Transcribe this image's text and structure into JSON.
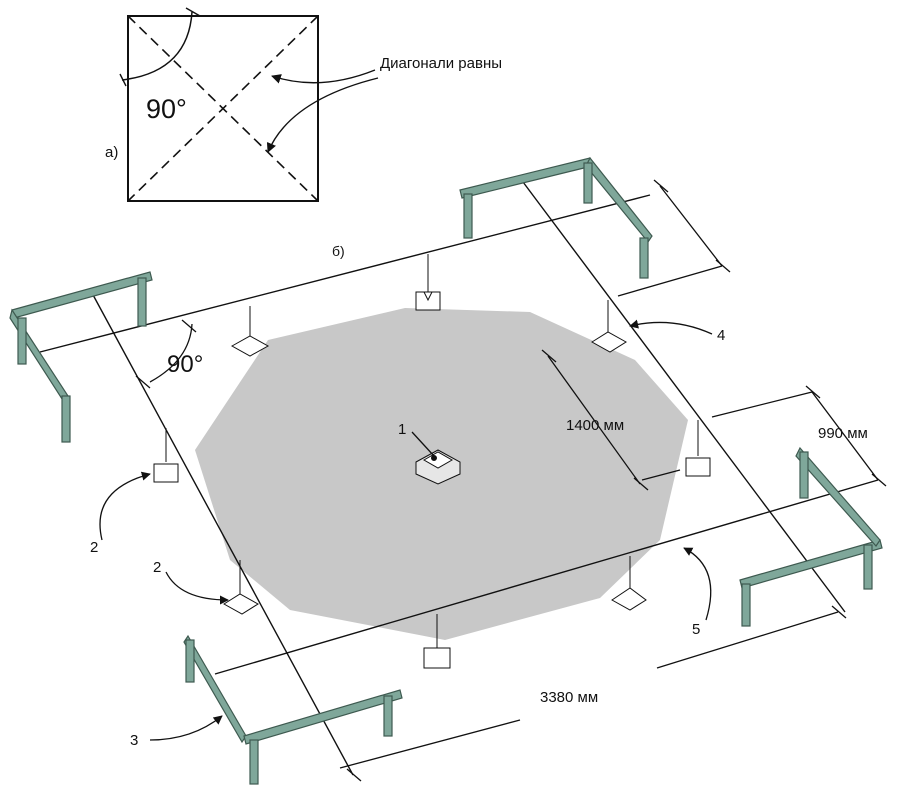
{
  "inset": {
    "label": "а)",
    "angle": "90°",
    "note": "Диагонали равны"
  },
  "main": {
    "label": "б)",
    "angle": "90°",
    "dims": {
      "d1": "1400 мм",
      "d2": "990 мм",
      "d3": "3380 мм"
    },
    "callouts": {
      "c1": "1",
      "c2a": "2",
      "c2b": "2",
      "c3": "3",
      "c4": "4",
      "c5": "5"
    }
  },
  "colors": {
    "board_face": "#7fa79a",
    "board_edge": "#3e5a50",
    "pad_fill": "#c8c8c8",
    "line": "#111111"
  }
}
